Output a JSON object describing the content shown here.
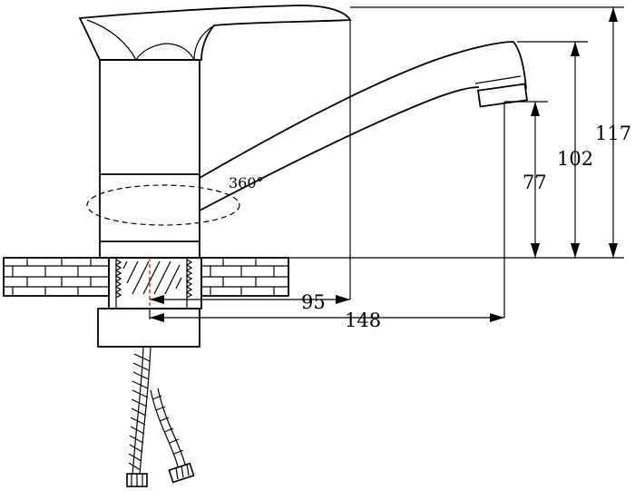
{
  "dimensions": {
    "rotation": "360°",
    "total_height": "117",
    "spout_height": "102",
    "outlet_height": "77",
    "body_reach": "95",
    "spout_reach": "148"
  }
}
